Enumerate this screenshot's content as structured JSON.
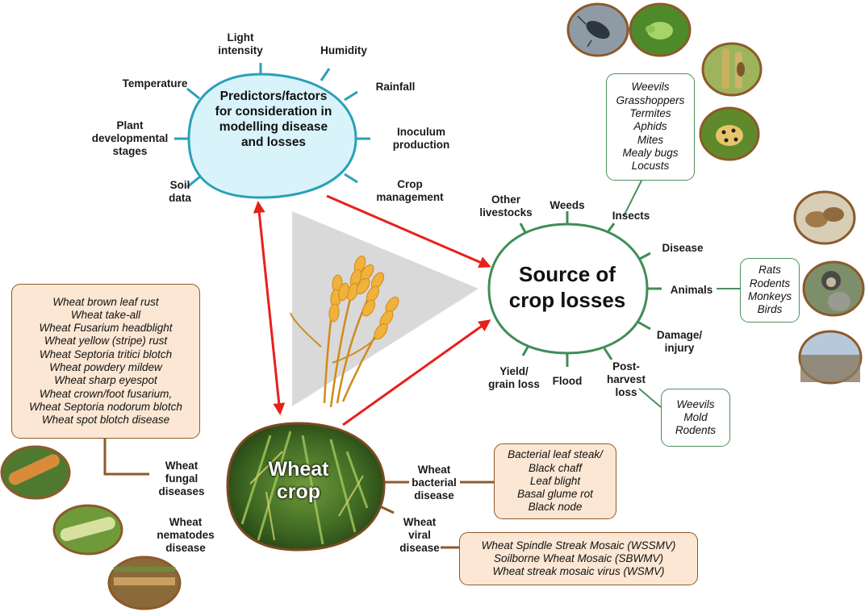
{
  "colors": {
    "predictors_hub": "#d8f3fa",
    "predictors_border": "#2aa0b8",
    "losses_hub_border": "#3f8d55",
    "insect_box_border": "#4c8f5c",
    "disease_box_fill": "#fbe7d3",
    "disease_box_border": "#8c5a2b",
    "arrow": "#e8201a",
    "triangle": "#d6d6d6"
  },
  "predictors": {
    "title": "Predictors/factors\nfor consideration in\nmodelling disease\nand losses",
    "spokes": [
      "Light\nintensity",
      "Humidity",
      "Rainfall",
      "Inoculum\nproduction",
      "Crop\nmanagement",
      "Soil\ndata",
      "Plant\ndevelopmental\nstages",
      "Temperature"
    ]
  },
  "losses": {
    "title": "Source of\ncrop losses",
    "spokes": [
      "Other\nlivestocks",
      "Weeds",
      "Insects",
      "Disease",
      "Animals",
      "Damage/\ninjury",
      "Post-\nharvest\nloss",
      "Flood",
      "Yield/\ngrain loss"
    ],
    "insects_list": [
      "Weevils",
      "Grasshoppers",
      "Termites",
      "Aphids",
      "Mites",
      "Mealy bugs",
      "Locusts"
    ],
    "animals_list": [
      "Rats",
      "Rodents",
      "Monkeys",
      "Birds"
    ],
    "postharvest_list": [
      "Weevils",
      "Mold",
      "Rodents"
    ]
  },
  "wheat": {
    "title": "Wheat\ncrop",
    "fungal_label": "Wheat\nfungal\ndiseases",
    "nematodes_label": "Wheat\nnematodes\ndisease",
    "bacterial_label": "Wheat\nbacterial\ndisease",
    "viral_label": "Wheat\nviral\ndisease",
    "fungal_list": [
      "Wheat brown leaf rust",
      "Wheat take-all",
      "Wheat Fusarium headblight",
      "Wheat yellow (stripe) rust",
      "Wheat Septoria tritici blotch",
      "Wheat powdery mildew",
      "Wheat sharp eyespot",
      "Wheat crown/foot fusarium,",
      "Wheat Septoria nodorum blotch",
      "Wheat spot blotch disease"
    ],
    "bacterial_list": [
      "Bacterial leaf steak/",
      "Black chaff",
      "Leaf blight",
      "Basal glume rot",
      "Black node"
    ],
    "viral_list": [
      "Wheat Spindle Streak Mosaic (WSSMV)",
      "Soilborne Wheat Mosaic (SBWMV)",
      "Wheat streak mosaic virus (WSMV)"
    ]
  },
  "photos": {
    "insects": [
      "beetle-photo",
      "aphid-photo",
      "wheat-insect-photo",
      "ladybird-photo"
    ],
    "animals": [
      "rodent-photo",
      "monkey-photo",
      "birds-flock-photo"
    ],
    "diseases": [
      "rust-leaf-photo",
      "blotch-leaf-photo",
      "streak-leaf-photo"
    ]
  }
}
